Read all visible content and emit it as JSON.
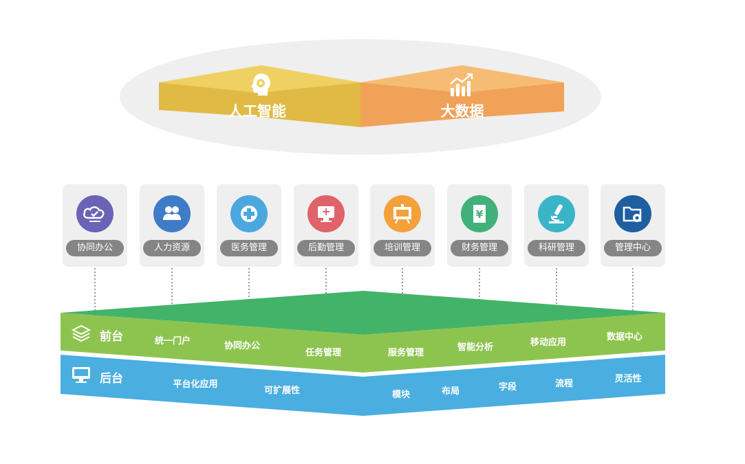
{
  "top": {
    "ai_label": "人工智能",
    "bigdata_label": "大数据"
  },
  "modules": [
    {
      "label": "协同办公",
      "icon": "cloud-check-icon",
      "color": "#6a63b6"
    },
    {
      "label": "人力资源",
      "icon": "people-icon",
      "color": "#3f7cc8"
    },
    {
      "label": "医务管理",
      "icon": "medical-cross-icon",
      "color": "#4aa8df"
    },
    {
      "label": "后勤管理",
      "icon": "monitor-icon",
      "color": "#e0636a"
    },
    {
      "label": "培训管理",
      "icon": "board-icon",
      "color": "#f3a13b"
    },
    {
      "label": "财务管理",
      "icon": "yuan-icon",
      "color": "#42b07a"
    },
    {
      "label": "科研管理",
      "icon": "microscope-icon",
      "color": "#3ab5c7"
    },
    {
      "label": "管理中心",
      "icon": "folder-gear-icon",
      "color": "#1e5fa0"
    }
  ],
  "front": {
    "title": "前台",
    "items": [
      "统一门户",
      "协同办公",
      "任务管理",
      "服务管理",
      "智能分析",
      "移动应用",
      "数据中心"
    ]
  },
  "back": {
    "title": "后台",
    "items": [
      "平台化应用",
      "可扩展性",
      "模块",
      "布局",
      "字段",
      "流程",
      "灵活性"
    ]
  },
  "colors": {
    "ai_top": "#efd063",
    "ai_side": "#e1ba45",
    "bd_top": "#f6bc73",
    "bd_side": "#f0a259",
    "green_top": "#43b36a",
    "green_band": "#8dc44f",
    "blue_band": "#4aaee0",
    "ellipse": "#efefef"
  }
}
